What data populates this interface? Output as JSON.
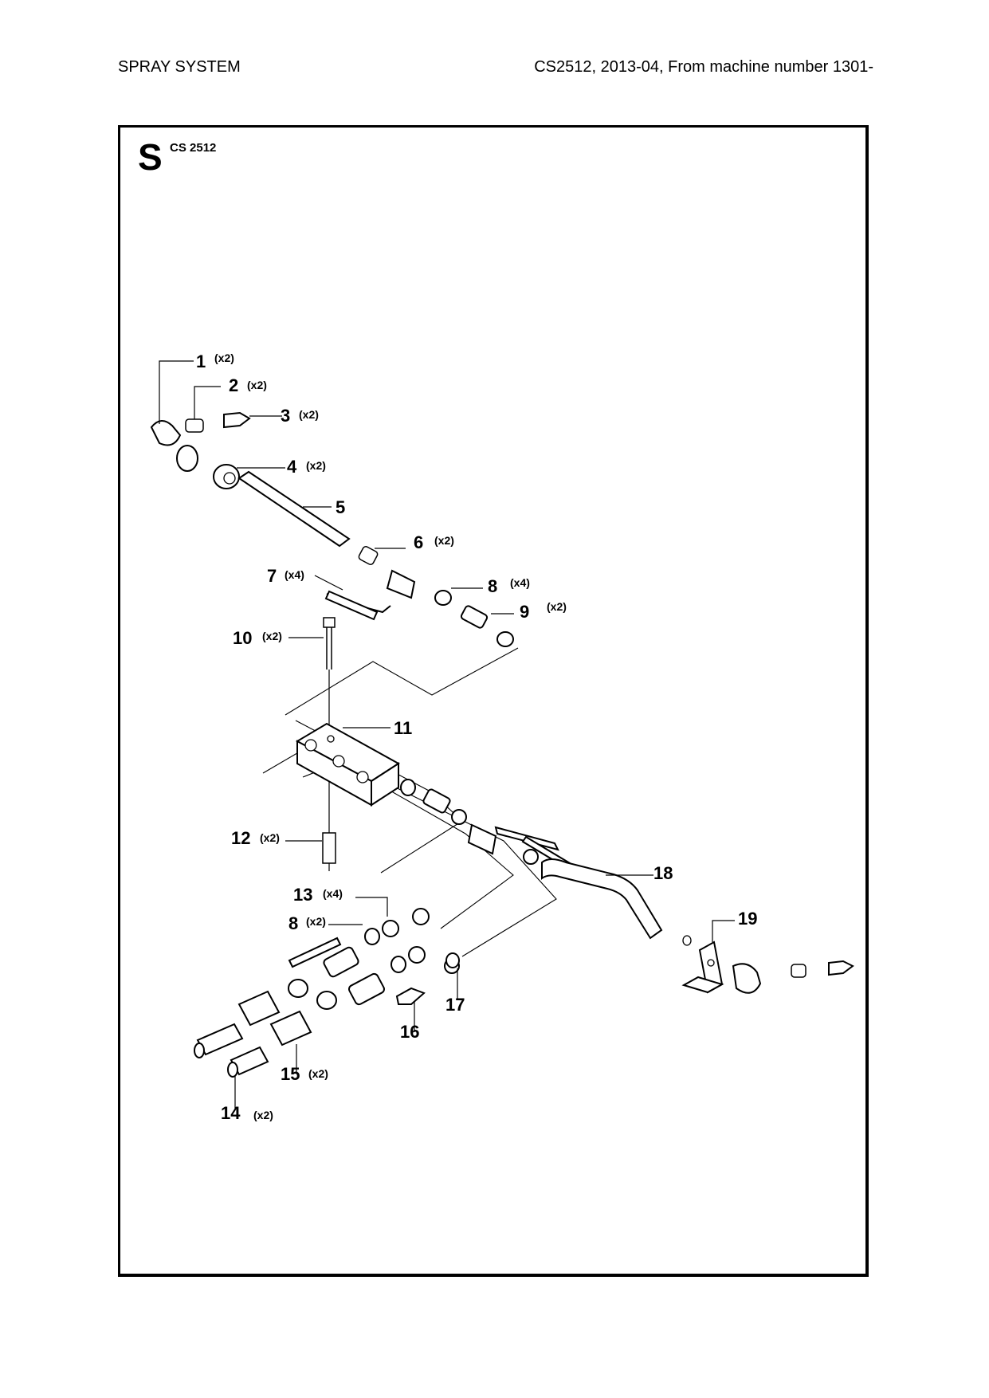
{
  "header": {
    "left": "SPRAY SYSTEM",
    "right": "CS2512, 2013-04, From machine number 1301-"
  },
  "section": {
    "letter": "S",
    "model": "CS 2512"
  },
  "callouts": [
    {
      "number": "1",
      "qty": "(x2)"
    },
    {
      "number": "2",
      "qty": "(x2)"
    },
    {
      "number": "3",
      "qty": "(x2)"
    },
    {
      "number": "4",
      "qty": "(x2)"
    },
    {
      "number": "5",
      "qty": ""
    },
    {
      "number": "6",
      "qty": "(x2)"
    },
    {
      "number": "7",
      "qty": "(x4)"
    },
    {
      "number": "8",
      "qty": "(x4)"
    },
    {
      "number": "9",
      "qty": "(x2)"
    },
    {
      "number": "10",
      "qty": "(x2)"
    },
    {
      "number": "11",
      "qty": ""
    },
    {
      "number": "12",
      "qty": "(x2)"
    },
    {
      "number": "13",
      "qty": "(x4)"
    },
    {
      "number": "8",
      "qty": "(x2)"
    },
    {
      "number": "18",
      "qty": ""
    },
    {
      "number": "19",
      "qty": ""
    },
    {
      "number": "17",
      "qty": ""
    },
    {
      "number": "16",
      "qty": ""
    },
    {
      "number": "15",
      "qty": "(x2)"
    },
    {
      "number": "14",
      "qty": "(x2)"
    }
  ]
}
